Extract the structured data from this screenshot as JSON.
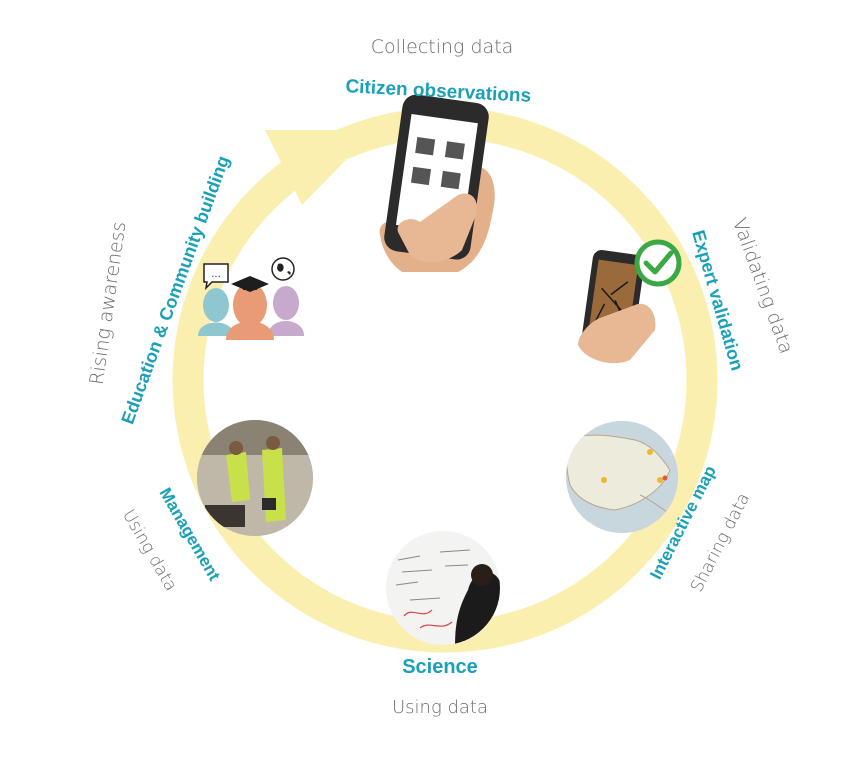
{
  "colors": {
    "ring": "#fbefb0",
    "teal": "#1aa0b8",
    "gray": "#6b6b6b",
    "check": "#3aa845"
  },
  "cycle": {
    "collecting": {
      "activity": "Collecting data",
      "label": "Citizen observations"
    },
    "validating": {
      "activity": "Validating data",
      "label": "Expert validation"
    },
    "sharing": {
      "activity": "Sharing data",
      "label": "Interactive map"
    },
    "science": {
      "activity": "Using data",
      "label": "Science"
    },
    "management": {
      "activity": "Using data",
      "label": "Management"
    },
    "education": {
      "activity": "Rising awareness",
      "label": "Education & Community building"
    }
  },
  "icons": {
    "collecting": "smartphone-app-icon",
    "validating": "mosquito-phone-check-icon",
    "sharing": "map-photo-icon",
    "science": "whiteboard-photo-icon",
    "management": "field-work-photo-icon",
    "education": "people-community-icon"
  },
  "bubble_text": "..."
}
